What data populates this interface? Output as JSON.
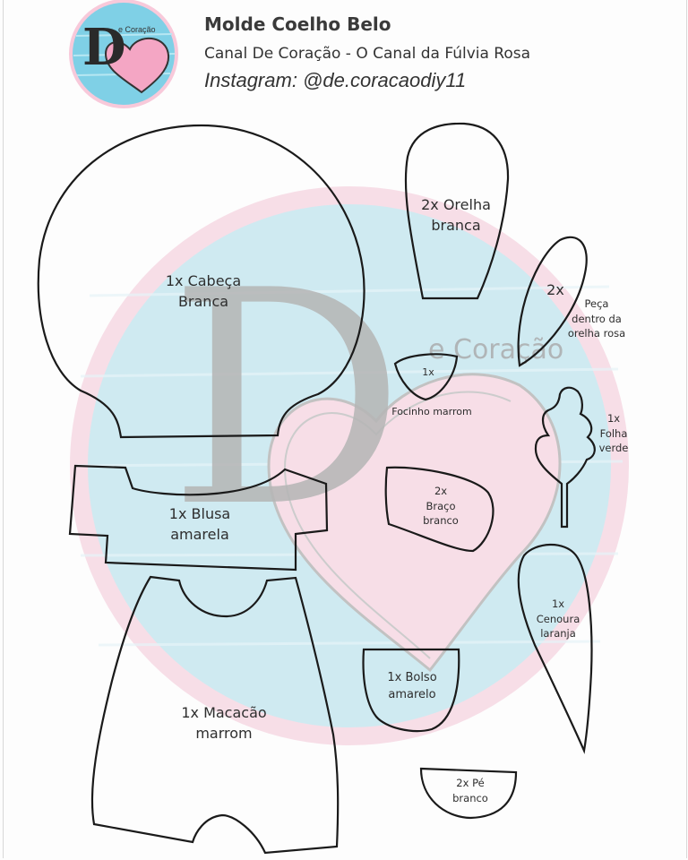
{
  "header": {
    "title": "Molde Coelho Belo",
    "channel": "Canal De Coração - O Canal da Fúlvia Rosa",
    "instagram": "Instagram: @de.coracaodiy11",
    "logo_text": "e Coração"
  },
  "watermark": {
    "letter": "D",
    "text": "e Coração"
  },
  "pieces": {
    "cabeca": {
      "line1": "1x Cabeça",
      "line2": "Branca"
    },
    "orelha": {
      "line1": "2x Orelha",
      "line2": "branca"
    },
    "peca_orelha": {
      "count": "2x",
      "line1": "Peça",
      "line2": "dentro da",
      "line3": "orelha rosa"
    },
    "focinho": {
      "count": "1x",
      "label": "Focinho marrom"
    },
    "folha": {
      "line1": "1x",
      "line2": "Folha",
      "line3": "verde"
    },
    "blusa": {
      "line1": "1x Blusa",
      "line2": "amarela"
    },
    "braco": {
      "line1": "2x",
      "line2": "Braço",
      "line3": "branco"
    },
    "cenoura": {
      "line1": "1x",
      "line2": "Cenoura",
      "line3": "laranja"
    },
    "bolso": {
      "line1": "1x Bolso",
      "line2": "amarelo"
    },
    "macacao": {
      "line1": "1x Macacão",
      "line2": "marrom"
    },
    "pe": {
      "line1": "2x Pé",
      "line2": "branco"
    }
  },
  "colors": {
    "outline": "#1a1a1a",
    "watermark_blue": "#bfe3ee",
    "watermark_pink": "#f6d9e4",
    "watermark_gray": "#a9a9a9",
    "logo_blue": "#7fd0e6",
    "logo_pink": "#f4a6c4"
  }
}
